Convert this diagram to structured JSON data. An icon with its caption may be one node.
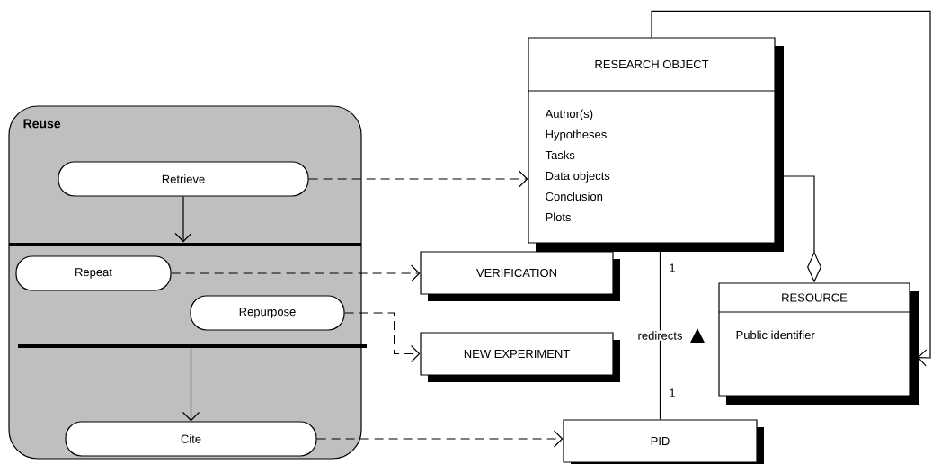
{
  "diagram": {
    "nodes": [
      {
        "text": [
          "Reuse"
        ]
      },
      {
        "text": [
          "Retrieve"
        ],
        "in": 0
      },
      {
        "text": [],
        "shape": "bar",
        "in": 0
      },
      {
        "text": [
          "Repeat"
        ],
        "in": 0
      },
      {
        "text": [
          "Repurpose"
        ],
        "in": 0
      },
      {
        "text": [],
        "shape": "bar",
        "in": 0
      },
      {
        "text": [
          "Cite"
        ],
        "in": 0
      },
      {
        "text": [
          "RESEARCH OBJECT",
          "Author(s)",
          "Hypotheses",
          "Tasks",
          "Data objects",
          "Conclusion",
          "Plots"
        ]
      },
      {
        "text": [
          "VERIFICATION"
        ]
      },
      {
        "text": [
          "NEW EXPERIMENT"
        ]
      },
      {
        "text": [
          "RESOURCE",
          "Public identifier"
        ]
      },
      {
        "text": [
          "PID"
        ]
      }
    ],
    "edges": [
      {
        "from": 1,
        "to": 2,
        "arrow": "to"
      },
      {
        "from": 5,
        "to": 6,
        "arrow": "to"
      },
      {
        "from": 1,
        "to": 7,
        "arrow": "to",
        "style": "dashed"
      },
      {
        "from": 3,
        "to": 8,
        "arrow": "to",
        "style": "dashed"
      },
      {
        "from": 4,
        "to": 9,
        "arrow": "to",
        "style": "dashed"
      },
      {
        "from": 6,
        "to": 11,
        "arrow": "to",
        "style": "dashed"
      },
      {
        "from": 7,
        "to": 11,
        "arrow": "none",
        "label": "redirects"
      },
      {
        "from": 7,
        "to": 10,
        "arrow": "other"
      },
      {
        "from": 7,
        "to": 10,
        "arrow": "to"
      }
    ],
    "labels": [
      "1",
      "1"
    ]
  }
}
